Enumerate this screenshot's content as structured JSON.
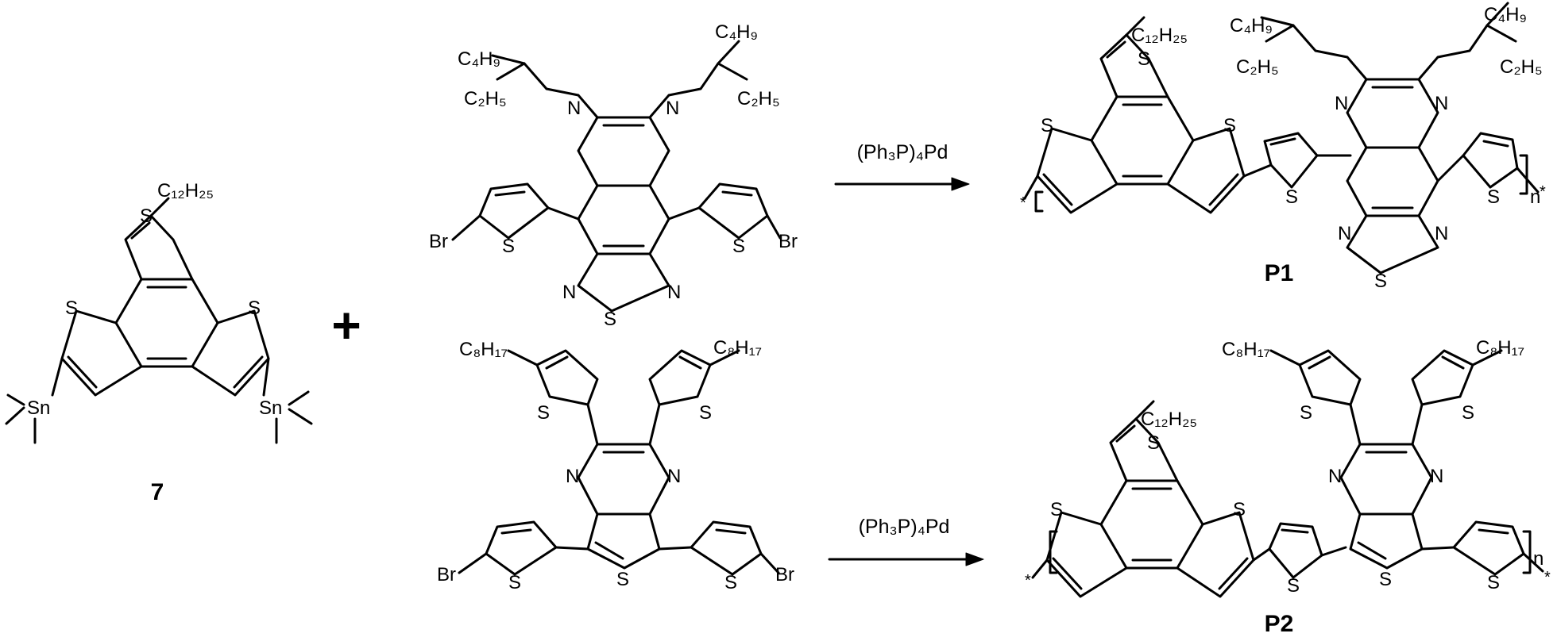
{
  "scheme": {
    "plus_sign": "+",
    "compounds": {
      "monomer_7": {
        "label": "7"
      },
      "polymer_1": {
        "label": "P1"
      },
      "polymer_2": {
        "label": "P2"
      }
    },
    "reagents": {
      "reaction_1": "(Ph₃P)₄Pd",
      "reaction_2": "(Ph₃P)₄Pd"
    },
    "groups": {
      "dodecyl": "C₁₂H₂₅",
      "butyl": "C₄H₉",
      "ethyl": "C₂H₅",
      "octyl": "C₈H₁₇",
      "tin": "Sn",
      "bromine": "Br"
    },
    "atoms": {
      "sulfur": "S",
      "nitrogen": "N"
    },
    "polymer_index": "n",
    "end_group": "*"
  }
}
